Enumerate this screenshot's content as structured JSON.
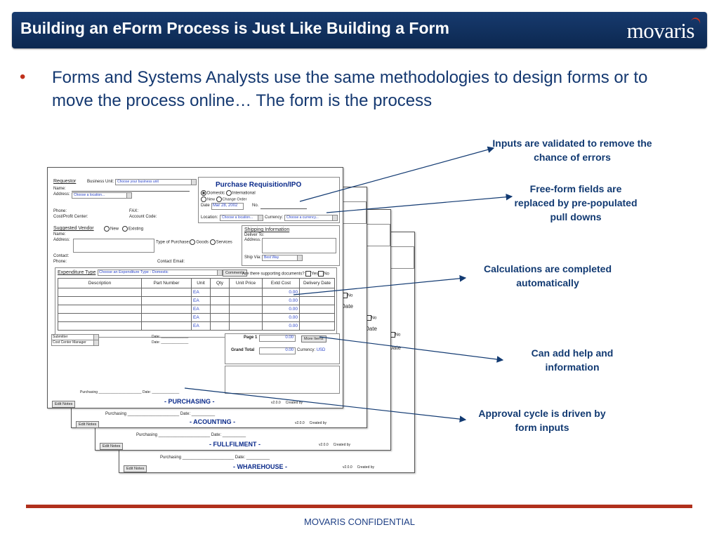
{
  "header": {
    "title": "Building an eForm Process is Just Like Building a Form",
    "logo": "movaris"
  },
  "bullet": {
    "text": "Forms and Systems Analysts use the same methodologies to design forms or to move the process online… The form is the process"
  },
  "callouts": {
    "validated": "Inputs are validated to remove the chance of errors",
    "freeform": "Free-form fields are replaced by pre-populated pull downs",
    "calculations": "Calculations are completed automatically",
    "help": "Can add help and information",
    "approval": "Approval cycle is driven by form inputs"
  },
  "forms": {
    "back_labels": [
      "- ACOUNTING -",
      "- FULLFILMENT -",
      "- WHAREHOUSE -"
    ],
    "front": {
      "requestor": "Requestor",
      "business_unit_label": "Business Unit:",
      "business_unit_value": "Choose your business unit",
      "name": "Name:",
      "address": "Address:",
      "location_value": "Choose a location...",
      "phone": "Phone:",
      "fax": "FAX:",
      "cost_center": "Cost/Profit Center:",
      "account_code": "Account Code:",
      "title": "Purchase Requisition/IPO",
      "domestic": "Domestic",
      "international": "International",
      "new": "New",
      "change_order": "Change Order",
      "date_label": "Date",
      "date_value": "Mar 28, 2002",
      "no_label": "No.",
      "location_label": "Location:",
      "currency_label": "Currency:",
      "currency_value": "Choose a currency...",
      "suggested_vendor": "Suggested Vendor",
      "existing": "Existing",
      "type_of_purchase": "Type of Purchase:",
      "goods": "Goods",
      "services": "Services",
      "contact": "Contact:",
      "contact_email": "Contact Email:",
      "shipping_info": "Shipping Information",
      "deliver_to": "Deliver To:",
      "ship_via": "Ship Via:",
      "ship_via_value": "Best Way",
      "expenditure_type": "Expenditure Type",
      "expenditure_value": "Choose an Expenditure Type - Domestic",
      "comments": "Comments",
      "supporting_docs": "Are there supporting documents?",
      "yes": "Yes",
      "no": "No",
      "columns": [
        "Description",
        "Part Number",
        "Unit",
        "Qty",
        "Unit Price",
        "Extd Cost",
        "Delivery Date"
      ],
      "rows": [
        [
          "EA",
          "0.00"
        ],
        [
          "EA",
          "0.00"
        ],
        [
          "EA",
          "0.00"
        ],
        [
          "EA",
          "0.00"
        ],
        [
          "EA",
          "0.00"
        ]
      ],
      "submitter": "Submitter",
      "cost_center_manager": "Cost Center Manager",
      "date_colon": "Date:",
      "page": "Page 1",
      "page_total": "0.00",
      "more_items": "More Items",
      "grand_total": "Grand Total",
      "grand_total_value": "0.00",
      "currency_short": "Currency:",
      "usd": "USD",
      "purchasing": "Purchasing",
      "edit_notes": "Edit Notes",
      "department": "- PURCHASING -",
      "version": "v2.0.0",
      "created_by": "Created by"
    }
  },
  "footer": {
    "text": "MOVARIS CONFIDENTIAL"
  }
}
